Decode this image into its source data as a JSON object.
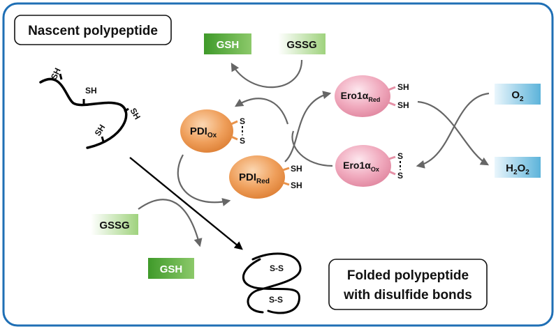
{
  "nascent_label": "Nascent polypeptide",
  "folded_label_line1": "Folded polypeptide",
  "folded_label_line2": "with disulfide bonds",
  "gsh_top": "GSH",
  "gssg_top": "GSSG",
  "gssg_bottom": "GSSG",
  "gsh_bottom": "GSH",
  "pdi_ox": {
    "main": "PDI",
    "sub": "Ox"
  },
  "pdi_red": {
    "main": "PDI",
    "sub": "Red"
  },
  "ero_red": {
    "main": "Ero1",
    "greek": "α",
    "sub": "Red"
  },
  "ero_ox": {
    "main": "Ero1",
    "greek": "α",
    "sub": "Ox"
  },
  "o2": {
    "main": "O",
    "sub": "2"
  },
  "h2o2": {
    "a": "H",
    "a_sub": "2",
    "b": "O",
    "b_sub": "2"
  },
  "sh": "SH",
  "s": "S",
  "s_bond": "S-S",
  "colors": {
    "frame": "#1f6fb5",
    "glutathione_green": "#5cae3a",
    "oxygen_blue": "#7fc2e0",
    "pdi_orange": "#e8924a",
    "ero_pink": "#e590a6",
    "arrow_gray": "#666666"
  }
}
